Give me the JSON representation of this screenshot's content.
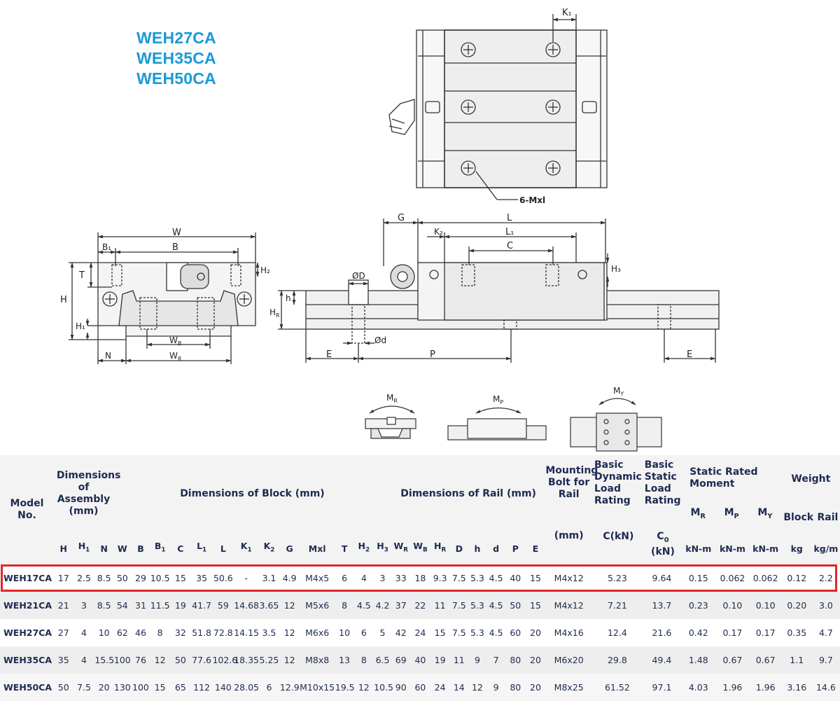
{
  "titles": [
    "WEH27CA",
    "WEH35CA",
    "WEH50CA"
  ],
  "colors": {
    "title": "#1a9ad6",
    "table_text": "#1d2b50",
    "highlight": "#e0262b",
    "drawing_line": "#333333"
  },
  "drawing": {
    "top_view": {
      "k1": "K₁",
      "bolt_note": "6-Mxl"
    },
    "front_view": {
      "W": "W",
      "B": "B",
      "B1": "B₁",
      "H": "H",
      "H1": "H₁",
      "H2": "H₂",
      "T": "T",
      "WB": "W_B",
      "WR": "W_R",
      "N": "N"
    },
    "side_view": {
      "G": "G",
      "L": "L",
      "L1": "L₁",
      "K2": "K₂",
      "C": "C",
      "H3": "H₃",
      "D": "ØD",
      "h": "h",
      "HR": "H_R",
      "d": "Ød",
      "E_left": "E",
      "P": "P",
      "E_right": "E"
    },
    "moments": [
      "M_R",
      "M_P",
      "M_Y"
    ]
  },
  "table": {
    "group_headers": {
      "model": "Model No.",
      "assembly": "Dimensions of Assembly (mm)",
      "block": "Dimensions of Block (mm)",
      "rail": "Dimensions of Rail (mm)",
      "bolt": "Mounting Bolt for Rail",
      "dynamic": "Basic Dynamic Load Rating",
      "static": "Basic Static Load Rating",
      "moment": "Static Rated Moment",
      "weight": "Weight"
    },
    "moment_symbols": [
      "M_R",
      "M_P",
      "M_Y"
    ],
    "weight_labels": [
      "Block",
      "Rail"
    ],
    "columns": [
      "H",
      "H_1",
      "N",
      "W",
      "B",
      "B_1",
      "C",
      "L_1",
      "L",
      "K_1",
      "K_2",
      "G",
      "Mxl",
      "T",
      "H_2",
      "H_3",
      "W_R",
      "W_B",
      "H_R",
      "D",
      "h",
      "d",
      "P",
      "E",
      "(mm)",
      "C(kN)",
      "C_0 (kN)",
      "kN-m",
      "kN-m",
      "kN-m",
      "kg",
      "kg/m"
    ],
    "rows": [
      {
        "model": "WEH17CA",
        "values": [
          "17",
          "2.5",
          "8.5",
          "50",
          "29",
          "10.5",
          "15",
          "35",
          "50.6",
          "-",
          "3.1",
          "4.9",
          "M4x5",
          "6",
          "4",
          "3",
          "33",
          "18",
          "9.3",
          "7.5",
          "5.3",
          "4.5",
          "40",
          "15",
          "M4x12",
          "5.23",
          "9.64",
          "0.15",
          "0.062",
          "0.062",
          "0.12",
          "2.2"
        ]
      },
      {
        "model": "WEH21CA",
        "values": [
          "21",
          "3",
          "8.5",
          "54",
          "31",
          "11.5",
          "19",
          "41.7",
          "59",
          "14.68",
          "3.65",
          "12",
          "M5x6",
          "8",
          "4.5",
          "4.2",
          "37",
          "22",
          "11",
          "7.5",
          "5.3",
          "4.5",
          "50",
          "15",
          "M4x12",
          "7.21",
          "13.7",
          "0.23",
          "0.10",
          "0.10",
          "0.20",
          "3.0"
        ]
      },
      {
        "model": "WEH27CA",
        "values": [
          "27",
          "4",
          "10",
          "62",
          "46",
          "8",
          "32",
          "51.8",
          "72.8",
          "14.15",
          "3.5",
          "12",
          "M6x6",
          "10",
          "6",
          "5",
          "42",
          "24",
          "15",
          "7.5",
          "5.3",
          "4.5",
          "60",
          "20",
          "M4x16",
          "12.4",
          "21.6",
          "0.42",
          "0.17",
          "0.17",
          "0.35",
          "4.7"
        ]
      },
      {
        "model": "WEH35CA",
        "values": [
          "35",
          "4",
          "15.5",
          "100",
          "76",
          "12",
          "50",
          "77.6",
          "102.6",
          "18.35",
          "5.25",
          "12",
          "M8x8",
          "13",
          "8",
          "6.5",
          "69",
          "40",
          "19",
          "11",
          "9",
          "7",
          "80",
          "20",
          "M6x20",
          "29.8",
          "49.4",
          "1.48",
          "0.67",
          "0.67",
          "1.1",
          "9.7"
        ]
      },
      {
        "model": "WEH50CA",
        "values": [
          "50",
          "7.5",
          "20",
          "130",
          "100",
          "15",
          "65",
          "112",
          "140",
          "28.05",
          "6",
          "12.9",
          "M10x15",
          "19.5",
          "12",
          "10.5",
          "90",
          "60",
          "24",
          "14",
          "12",
          "9",
          "80",
          "20",
          "M8x25",
          "61.52",
          "97.1",
          "4.03",
          "1.96",
          "1.96",
          "3.16",
          "14.6"
        ]
      }
    ]
  }
}
